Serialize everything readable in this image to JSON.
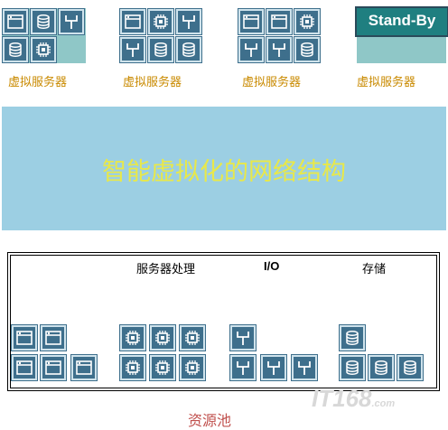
{
  "top": {
    "server_label": "虚拟服务器",
    "standby_label": "Stand-By"
  },
  "banner": {
    "title": "智能虚拟化的网络结构"
  },
  "pool": {
    "col_cpu": "服务器处理",
    "col_io": "I/O",
    "col_storage": "存储",
    "caption": "资源池"
  },
  "watermark": {
    "text": "IT168",
    "suffix": ".com"
  },
  "icons": [
    "window-icon",
    "database-icon",
    "chip-icon",
    "io-fork-icon"
  ],
  "colors": {
    "tile": "#3e6f8c",
    "tile_border": "#cfe3ec",
    "banner": "#9ccfe3",
    "banner_text": "#e8e84a",
    "server_label": "#c98a00",
    "standby_bg": "#1f7f80",
    "caption": "#c0504d"
  }
}
